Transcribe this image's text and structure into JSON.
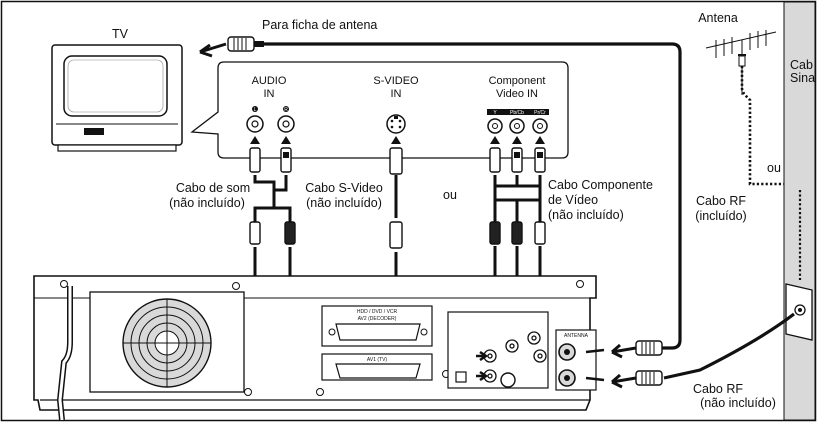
{
  "labels": {
    "tv": "TV",
    "para_ficha": "Para ficha de antena",
    "antena": "Antena",
    "cab_sina_1": "Cab",
    "cab_sina_2": "Sina",
    "ou_right": "ou",
    "audio_in_1": "AUDIO",
    "audio_in_2": "IN",
    "svideo_in_1": "S-VIDEO",
    "svideo_in_2": "IN",
    "component_in_1": "Component",
    "component_in_2": "Video IN",
    "jack_l": "L",
    "jack_r": "R",
    "jack_y": "Y",
    "jack_pb": "Pb/Cb",
    "jack_pr": "Pr/Cr",
    "cabo_som_1": "Cabo de som",
    "cabo_som_2": "(não incluído)",
    "cabo_svideo_1": "Cabo S-Video",
    "cabo_svideo_2": "(não incluído)",
    "ou_mid": "ou",
    "cabo_comp_1": "Cabo Componente",
    "cabo_comp_2": "de Vídeo",
    "cabo_comp_3": "(não incluído)",
    "cabo_rf_incl_1": "Cabo RF",
    "cabo_rf_incl_2": "(incluído)",
    "cabo_rf_nao_1": "Cabo RF",
    "cabo_rf_nao_2": "(não incluído)",
    "hdd_panel_1": "HDD / DVD / VCR",
    "hdd_panel_2": "AV2 (DECODER)",
    "av1_panel": "AV1 (TV)",
    "antenna_panel": "ANTENNA"
  },
  "colors": {
    "line": "#111111",
    "shade": "#d9d9d9",
    "rca_white": "#f4f4f4",
    "rca_black": "#222222"
  }
}
